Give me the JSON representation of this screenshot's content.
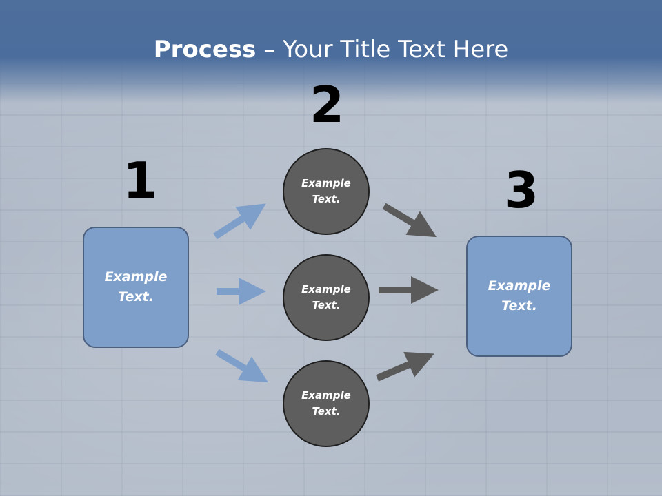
{
  "title": {
    "bold": "Process",
    "rest": " – Your Title Text Here"
  },
  "steps": {
    "one": {
      "number": "1",
      "text": "Example Text."
    },
    "two": {
      "number": "2"
    },
    "three": {
      "number": "3",
      "text": "Example Text."
    }
  },
  "circles": [
    {
      "text": "Example Text."
    },
    {
      "text": "Example Text."
    },
    {
      "text": "Example Text."
    }
  ],
  "colors": {
    "header": "#4b6d9d",
    "box_fill": "#7f9fcb",
    "circle_fill": "#5e5e5e",
    "arrow_in": "#7f9fcb",
    "arrow_out": "#5a5a5a"
  }
}
